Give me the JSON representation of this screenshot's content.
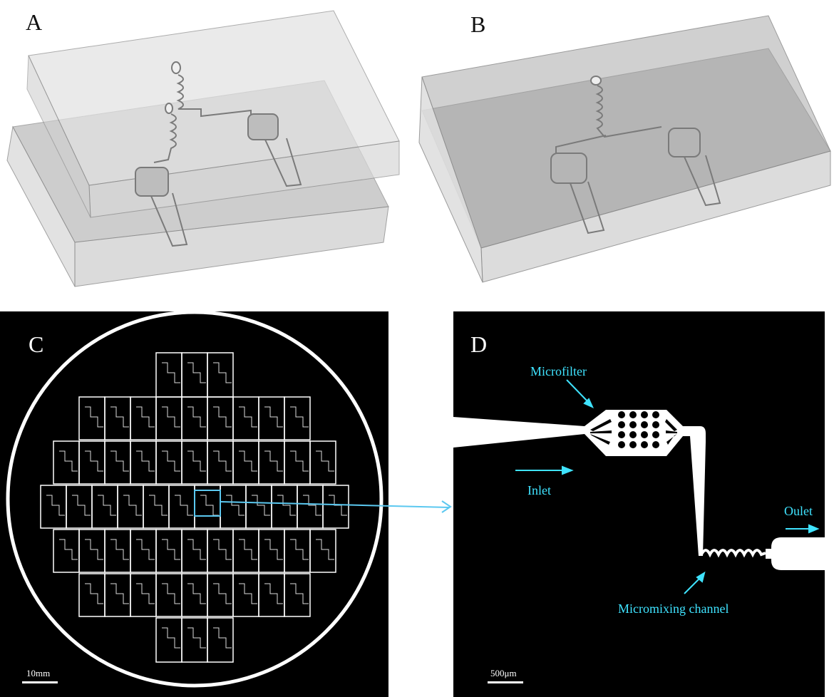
{
  "panels": {
    "a": {
      "letter": "A"
    },
    "b": {
      "letter": "B"
    },
    "c": {
      "letter": "C",
      "scale_label": "10mm"
    },
    "d": {
      "letter": "D",
      "scale_label": "500μm"
    }
  },
  "annotations": {
    "microfilter": "Microfilter",
    "inlet": "Inlet",
    "outlet": "Oulet",
    "micromixing": "Micromixing channel"
  },
  "colors": {
    "annotation": "#3fe3ff",
    "highlight": "#5bc8f0",
    "block_face": "#c9c9c9",
    "block_dark": "#9c9c9c",
    "panel_bg": "#000000"
  },
  "wafer": {
    "row_counts": [
      3,
      9,
      11,
      12,
      11,
      9,
      3
    ]
  }
}
